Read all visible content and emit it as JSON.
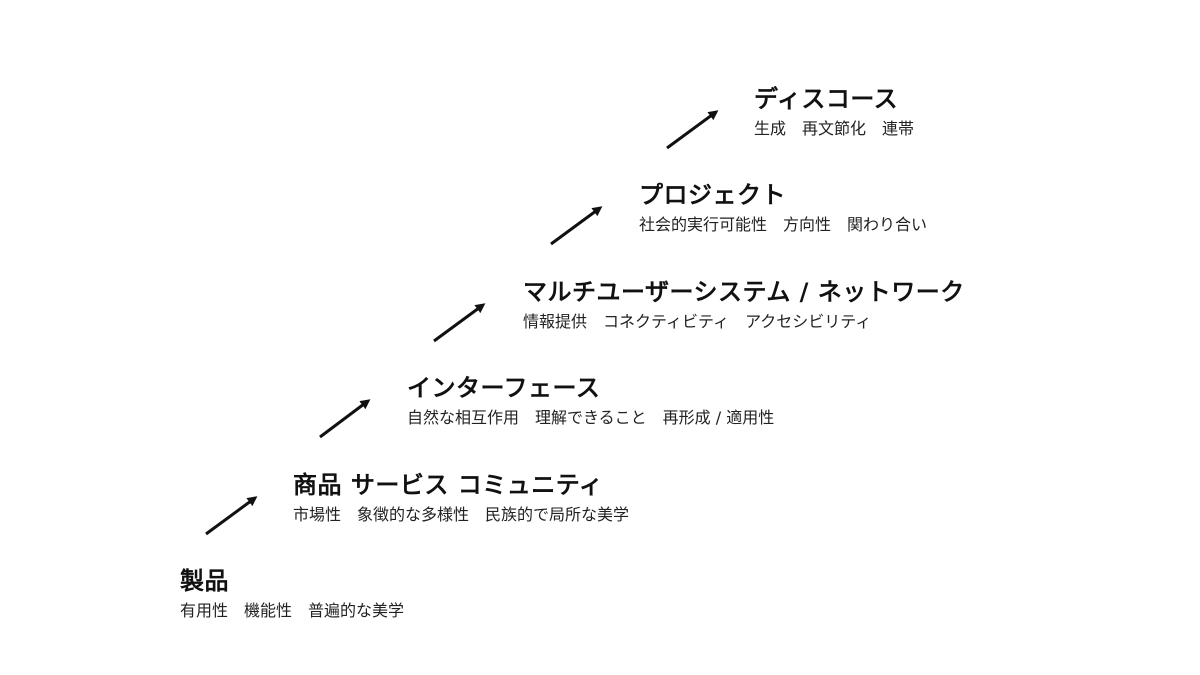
{
  "stages": [
    {
      "title": "製品",
      "desc": "有用性　機能性　普遍的な美学"
    },
    {
      "title": "商品 サービス コミュニティ",
      "desc": "市場性　象徴的な多様性　民族的で局所な美学"
    },
    {
      "title": "インターフェース",
      "desc": "自然な相互作用　理解できること　再形成 / 適用性"
    },
    {
      "title": "マルチユーザーシステム / ネットワーク",
      "desc": "情報提供　コネクティビティ　アクセシビリティ"
    },
    {
      "title": "プロジェクト",
      "desc": "社会的実行可能性　方向性　関わり合い"
    },
    {
      "title": "ディスコース",
      "desc": "生成　再文節化　連帯"
    }
  ],
  "colors": {
    "text": "#111111",
    "arrow": "#111111",
    "background": "#ffffff"
  }
}
